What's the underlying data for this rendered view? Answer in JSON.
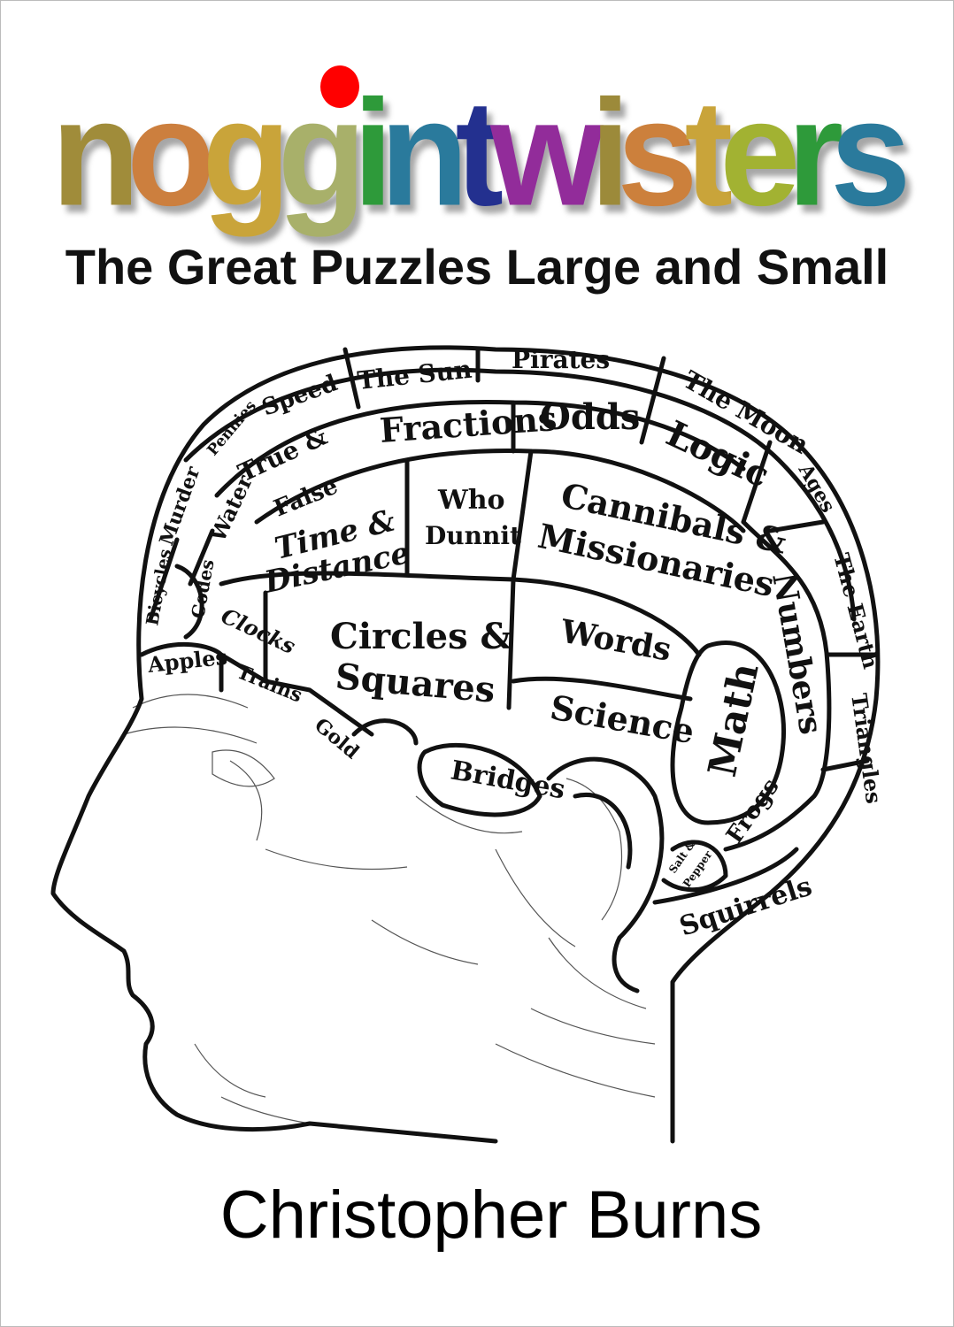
{
  "logo": {
    "text": "noggintwisters",
    "letters": [
      {
        "ch": "n",
        "color": "#a08c3a"
      },
      {
        "ch": "o",
        "color": "#cc7f3e"
      },
      {
        "ch": "g",
        "color": "#c9a43a"
      },
      {
        "ch": "g",
        "color": "#a8b06a"
      },
      {
        "ch": "i",
        "color": "#2e9a3a"
      },
      {
        "ch": "n",
        "color": "#2a7a9c"
      },
      {
        "ch": "t",
        "color": "#23308f"
      },
      {
        "ch": "w",
        "color": "#922c9a"
      },
      {
        "ch": "i",
        "color": "#9c8a3a"
      },
      {
        "ch": "s",
        "color": "#cc803c"
      },
      {
        "ch": "t",
        "color": "#c9a43a"
      },
      {
        "ch": "e",
        "color": "#a2b232"
      },
      {
        "ch": "r",
        "color": "#2e9a3a"
      },
      {
        "ch": "s",
        "color": "#2a7a9c"
      }
    ],
    "dot_color": "#ff0000"
  },
  "subtitle": "The Great Puzzles Large and Small",
  "author": "Christopher Burns",
  "regions": {
    "speed": "Speed",
    "the_sun": "The Sun",
    "pirates": "Pirates",
    "the_moon": "The Moon",
    "pennies": "Pennies",
    "true_false_1": "True &",
    "true_false_2": "False",
    "fractions": "Fractions",
    "odds": "Odds",
    "logic": "Logic",
    "ages": "Ages",
    "murder": "Murder",
    "water": "Water",
    "time_1": "Time &",
    "time_2": "Distance",
    "who_1": "Who",
    "who_2": "Dunnit",
    "cannibals_1": "Cannibals &",
    "cannibals_2": "Missionaries",
    "numbers": "Numbers",
    "the_earth": "The Earth",
    "bicycles": "Bicycles",
    "codes": "Codes",
    "clocks": "Clocks",
    "circles_1": "Circles &",
    "circles_2": "Squares",
    "words": "Words",
    "apples": "Apples",
    "trains": "Trains",
    "gold": "Gold",
    "science": "Science",
    "math": "Math",
    "triangles": "Triangles",
    "bridges": "Bridges",
    "frogs": "Frogs",
    "salt_1": "Salt &",
    "salt_2": "Pepper",
    "squirrels": "Squirrels"
  }
}
